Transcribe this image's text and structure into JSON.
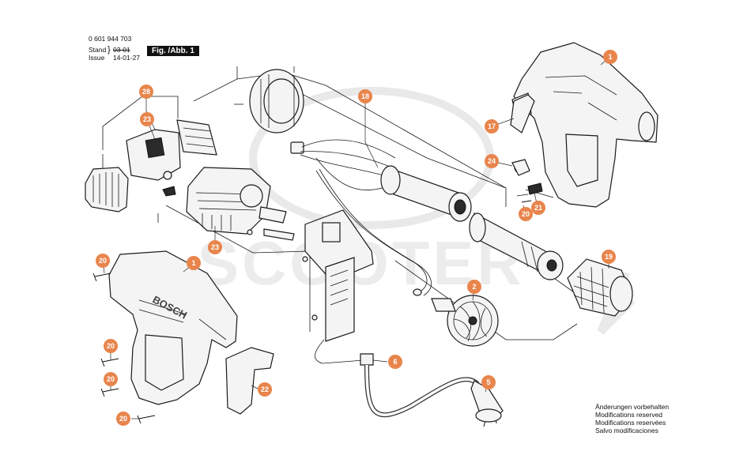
{
  "header": {
    "part_number": "0 601 944 703",
    "stand_label": "Stand",
    "stand_value": "03-01",
    "issue_label": "Issue",
    "issue_value": "14-01-27",
    "figure_label": "Fig. /Abb. 1"
  },
  "notes": [
    "Änderungen vorbehalten",
    "Modifications reserved",
    "Modifications reservées",
    "Salvo modificaciones"
  ],
  "brand_text": "BOSCH",
  "callout_color": "#e8854c",
  "callouts": [
    {
      "id": "c1a",
      "label": "1"
    },
    {
      "id": "c1b",
      "label": "1"
    },
    {
      "id": "c2",
      "label": "2"
    },
    {
      "id": "c5",
      "label": "5"
    },
    {
      "id": "c6",
      "label": "6"
    },
    {
      "id": "c17",
      "label": "17"
    },
    {
      "id": "c18",
      "label": "18"
    },
    {
      "id": "c19",
      "label": "19"
    },
    {
      "id": "c20a",
      "label": "20"
    },
    {
      "id": "c20b",
      "label": "20"
    },
    {
      "id": "c20c",
      "label": "20"
    },
    {
      "id": "c20d",
      "label": "20"
    },
    {
      "id": "c20e",
      "label": "20"
    },
    {
      "id": "c21",
      "label": "21"
    },
    {
      "id": "c22",
      "label": "22"
    },
    {
      "id": "c23a",
      "label": "23"
    },
    {
      "id": "c23b",
      "label": "23"
    },
    {
      "id": "c24",
      "label": "24"
    },
    {
      "id": "c28",
      "label": "28"
    }
  ]
}
